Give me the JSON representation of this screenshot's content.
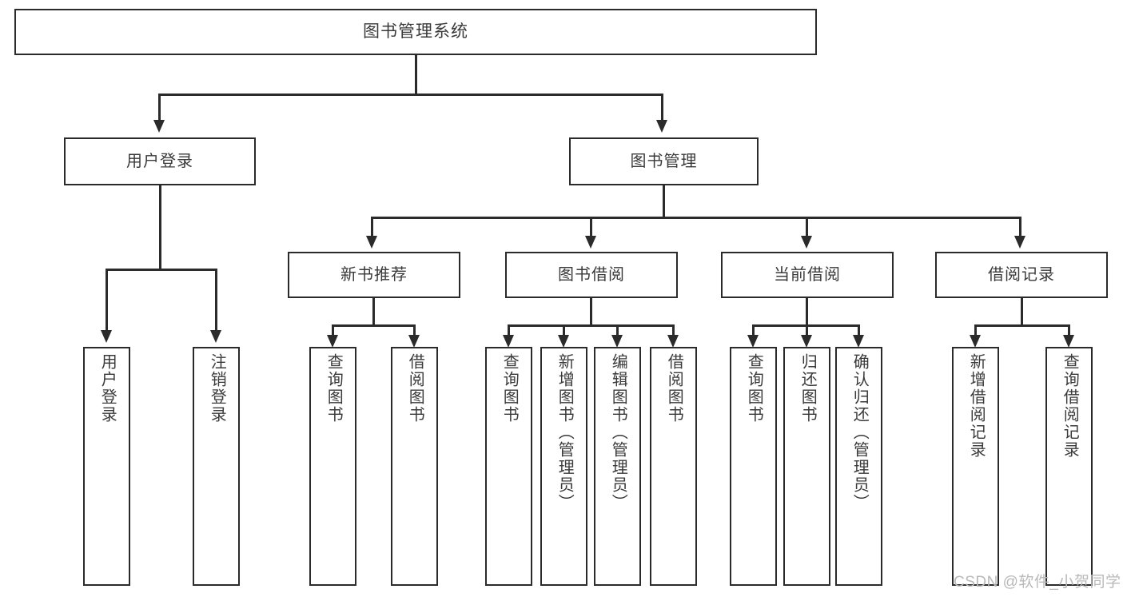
{
  "diagram": {
    "title": "图书管理系统",
    "type": "功能结构图",
    "root": {
      "label": "图书管理系统"
    },
    "level1": [
      {
        "label": "用户登录"
      },
      {
        "label": "图书管理"
      }
    ],
    "level2": [
      {
        "label": "新书推荐"
      },
      {
        "label": "图书借阅"
      },
      {
        "label": "当前借阅"
      },
      {
        "label": "借阅记录"
      }
    ],
    "leaves": {
      "user_login": [
        {
          "label": "用户登录"
        },
        {
          "label": "注销登录"
        }
      ],
      "new_book_recommend": [
        {
          "label": "查询图书"
        },
        {
          "label": "借阅图书"
        }
      ],
      "book_borrow": [
        {
          "label": "查询图书"
        },
        {
          "label": "新增图书（管理员）"
        },
        {
          "label": "编辑图书（管理员）"
        },
        {
          "label": "借阅图书"
        }
      ],
      "current_borrow": [
        {
          "label": "查询图书"
        },
        {
          "label": "归还图书"
        },
        {
          "label": "确认归还（管理员）"
        }
      ],
      "borrow_record": [
        {
          "label": "新增借阅记录"
        },
        {
          "label": "查询借阅记录"
        }
      ]
    }
  },
  "watermark": {
    "text": "CSDN @软件_小贺同学"
  },
  "colors": {
    "stroke": "#2b2b2b",
    "text": "#3a3a3a",
    "background": "#ffffff",
    "watermark": "#b9b9b9"
  }
}
